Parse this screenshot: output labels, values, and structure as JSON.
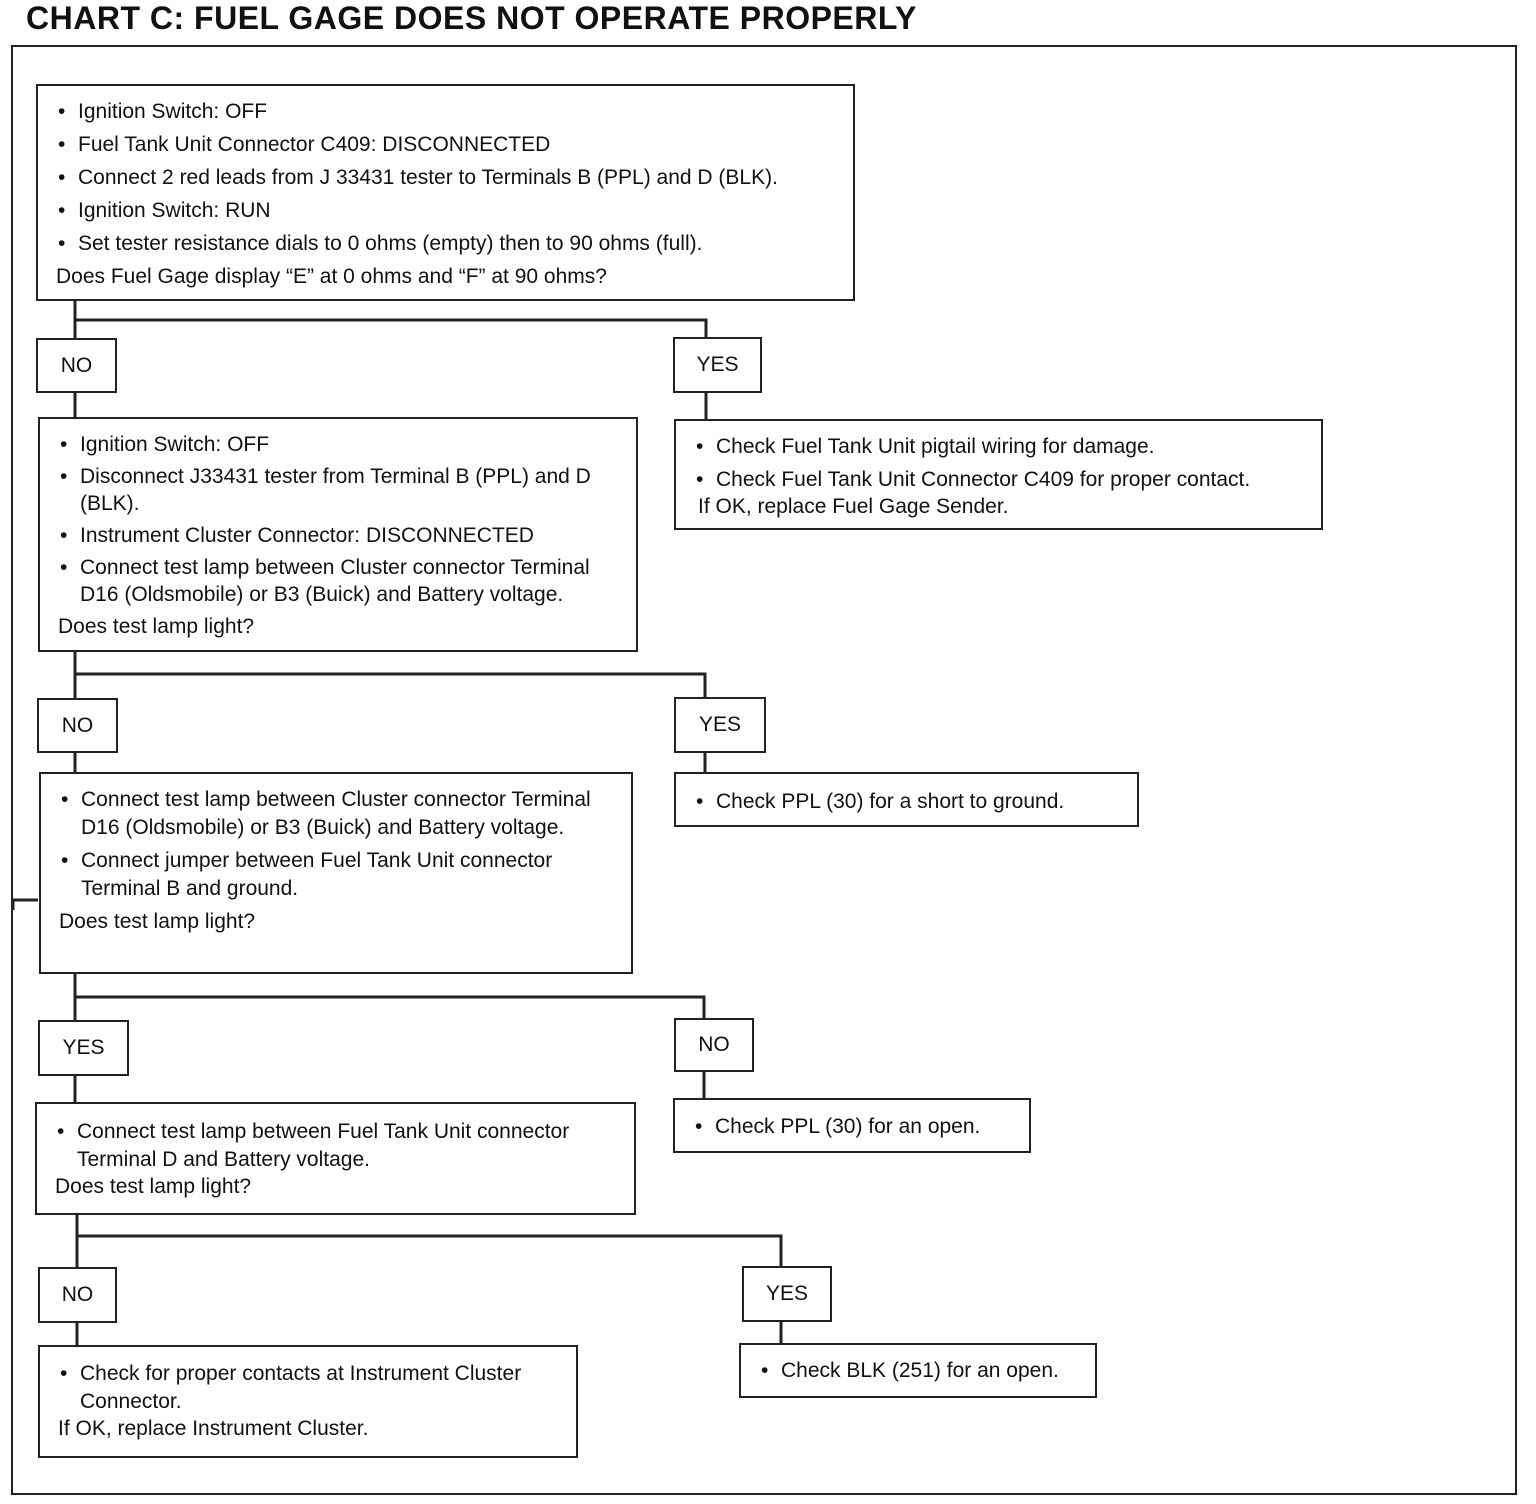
{
  "title": "CHART C: FUEL GAGE DOES NOT OPERATE PROPERLY",
  "step1": {
    "items": [
      "Ignition Switch:  OFF",
      "Fuel Tank Unit Connector C409:  DISCONNECTED",
      "Connect 2 red leads from J 33431 tester to Terminals B (PPL) and D (BLK).",
      "Ignition Switch:  RUN",
      "Set tester resistance dials to 0 ohms (empty) then to 90 ohms (full)."
    ],
    "question": "Does Fuel Gage display “E” at 0 ohms and “F” at 90 ohms?"
  },
  "branch1": {
    "no": "NO",
    "yes": "YES"
  },
  "step1_yes": {
    "items": [
      "Check Fuel Tank Unit pigtail wiring for damage.",
      "Check Fuel Tank Unit Connector C409 for proper contact."
    ],
    "note": "If OK, replace Fuel Gage Sender."
  },
  "step2": {
    "items": [
      "Ignition Switch:  OFF",
      "Disconnect J33431 tester from Terminal B (PPL) and D (BLK).",
      "Instrument Cluster Connector: DISCONNECTED",
      "Connect test lamp between Cluster connector Terminal D16 (Oldsmobile) or B3 (Buick) and Battery voltage."
    ],
    "question": "Does test lamp light?"
  },
  "branch2": {
    "no": "NO",
    "yes": "YES"
  },
  "step2_yes": {
    "items": [
      "Check PPL (30) for a short to ground."
    ]
  },
  "step3": {
    "items": [
      "Connect test lamp between Cluster connector Terminal D16 (Oldsmobile) or B3 (Buick) and Battery voltage.",
      "Connect jumper between Fuel Tank Unit connector Terminal B and ground."
    ],
    "question": "Does test lamp light?"
  },
  "branch3": {
    "yes": "YES",
    "no": "NO"
  },
  "step3_no": {
    "items": [
      "Check PPL (30) for an open."
    ]
  },
  "step4": {
    "items": [
      "Connect test lamp between Fuel Tank Unit connector Terminal D and Battery voltage."
    ],
    "question": "Does test lamp light?"
  },
  "branch4": {
    "no": "NO",
    "yes": "YES"
  },
  "step4_no": {
    "items": [
      "Check for proper contacts at Instrument Cluster Connector."
    ],
    "note": "If OK, replace Instrument Cluster."
  },
  "step4_yes": {
    "items": [
      "Check BLK (251) for an open."
    ]
  }
}
